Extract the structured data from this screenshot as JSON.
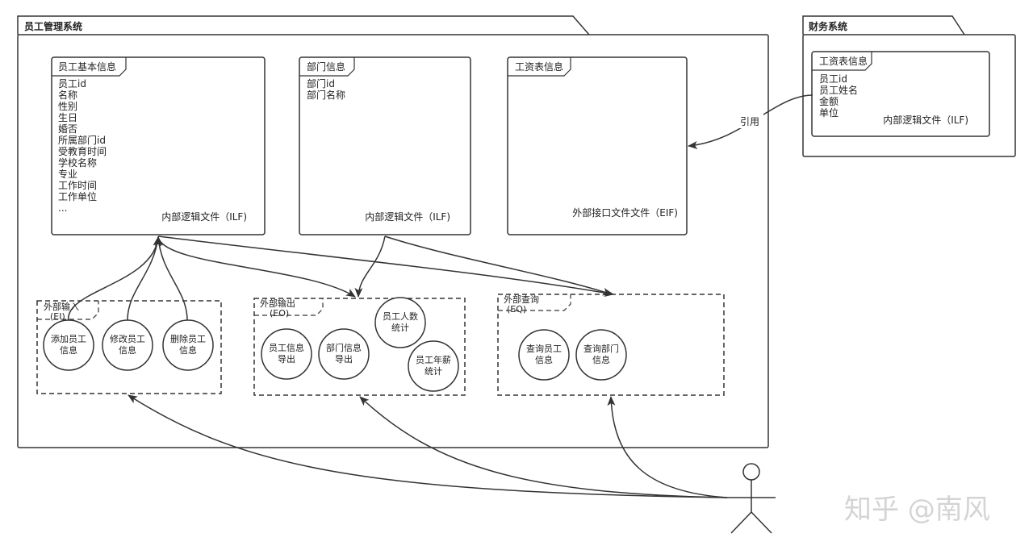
{
  "packages": {
    "employee_system": {
      "title": "员工管理系统"
    },
    "finance_system": {
      "title": "财务系统"
    }
  },
  "files": {
    "employee_basic": {
      "title": "员工基本信息",
      "fields": [
        "员工id",
        "名称",
        "性别",
        "生日",
        "婚否",
        "所属部门id",
        "受教育时间",
        "学校名称",
        "专业",
        "工作时间",
        "工作单位",
        "..."
      ],
      "type_label": "内部逻辑文件（ILF)"
    },
    "department": {
      "title": "部门信息",
      "fields": [
        "部门id",
        "部门名称"
      ],
      "type_label": "内部逻辑文件（ILF)"
    },
    "salary_ref": {
      "title": "工资表信息",
      "type_label": "外部接口文件文件（EIF)"
    },
    "salary_src": {
      "title": "工资表信息",
      "fields": [
        "员工id",
        "员工姓名",
        "金额",
        "单位"
      ],
      "type_label": "内部逻辑文件（ILF)"
    }
  },
  "reference_label": "引用",
  "groups": {
    "ei": {
      "title_line1": "外部输入",
      "title_line2": "(EI)",
      "items": [
        "添加员工信息",
        "修改员工信息",
        "删除员工信息"
      ]
    },
    "eo": {
      "title_line1": "外部输出",
      "title_line2": "(EO)",
      "items": [
        "员工信息导出",
        "部门信息导出",
        "员工人数统计",
        "员工年薪统计"
      ]
    },
    "eq": {
      "title_line1": "外部查询",
      "title_line2": "(EQ)",
      "items": [
        "查询员工信息",
        "查询部门信息"
      ]
    }
  },
  "watermark": "知乎 @南风"
}
